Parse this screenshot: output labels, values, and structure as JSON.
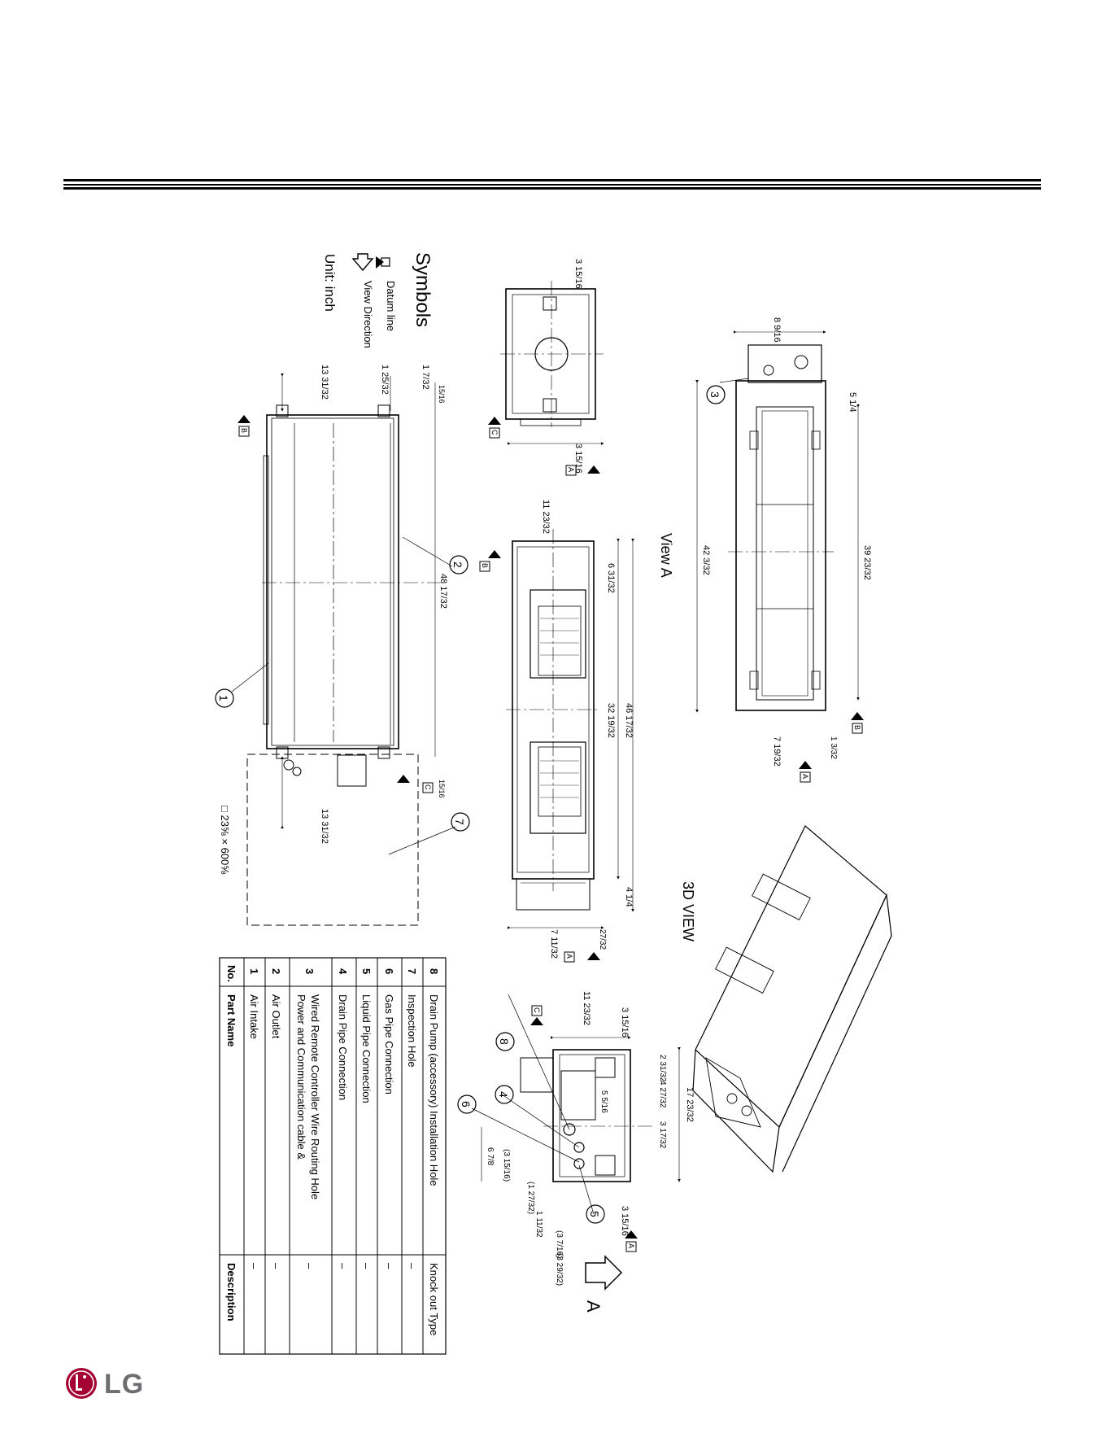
{
  "symbols": {
    "title": "Symbols",
    "datum": "Datum line",
    "view_direction": "View Direction",
    "unit": "Unit: inch"
  },
  "views": {
    "view_a": "View A",
    "view_3d": "3D VIEW",
    "arrow_a": "A"
  },
  "datum_tags": {
    "a": "A",
    "b": "B",
    "c": "C"
  },
  "callouts": [
    "1",
    "2",
    "3",
    "4",
    "5",
    "6",
    "7",
    "8"
  ],
  "inspection_hole_label": "□ 23⅝ × 600⅝",
  "dims": {
    "d1": "13 31/32",
    "d2": "1 25/32",
    "d3": "1 7/32",
    "d4": "48 17/32",
    "d5": "13 31/32",
    "d6": "3 15/16",
    "d7": "3 15/16",
    "d8": "11 23/32",
    "d9": "6 31/32",
    "d10": "32 19/32",
    "d11": "46 17/32",
    "d12": "4 1/4",
    "d13": "7 11/32",
    "d14": "27/32",
    "d15": "8 9/16",
    "d16": "5 1/4",
    "d17": "42 3/32",
    "d18": "39 23/32",
    "d19": "7 19/32",
    "d20": "1 3/32",
    "d21": "11 23/32",
    "d22": "3 15/16",
    "d23": "2 31/32",
    "d24": "4 27/32",
    "d25": "17 23/32",
    "d26": "3 17/32",
    "d27": "5 5/16",
    "d28": "6 7/8",
    "d29": "(3 15/16)",
    "d30": "(1 27/32)",
    "d31": "1 11/32",
    "d32": "(3 7/16)",
    "d33": "(3 29/32)",
    "d34": "3 15/16",
    "d35": "15/16",
    "d36": "15/16"
  },
  "parts_table": {
    "headers": [
      "No.",
      "Part Name",
      "Description"
    ],
    "rows": [
      {
        "no": "1",
        "name": "Air Intake",
        "desc": "–"
      },
      {
        "no": "2",
        "name": "Air Outlet",
        "desc": "–"
      },
      {
        "no": "3",
        "name": "Power and Communication cable &",
        "name2": "Wired Remote Controller Wire Routing Hole",
        "desc": "–"
      },
      {
        "no": "4",
        "name": "Drain Pipe Connection",
        "desc": "–"
      },
      {
        "no": "5",
        "name": "Liquid Pipe Connection",
        "desc": "–"
      },
      {
        "no": "6",
        "name": "Gas Pipe Connection",
        "desc": "–"
      },
      {
        "no": "7",
        "name": "Inspection Hole",
        "desc": "–"
      },
      {
        "no": "8",
        "name": "Drain Pump (accessory) Installation Hole",
        "desc": "Knock out Type"
      }
    ]
  },
  "brand": {
    "name": "LG",
    "color": "#a50034"
  }
}
